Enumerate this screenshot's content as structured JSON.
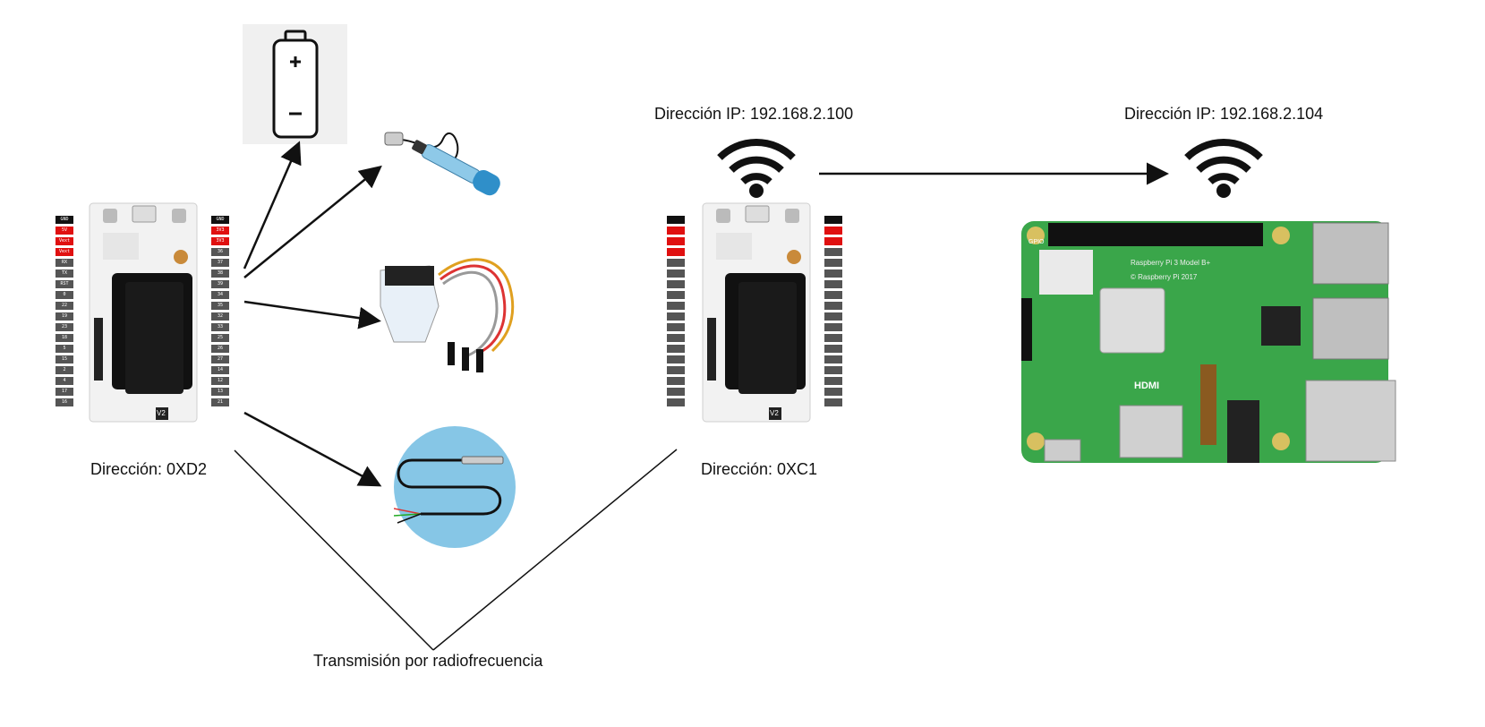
{
  "node_left": {
    "address_label": "Dirección: 0XD2",
    "board_mark": "V2",
    "pins_left": [
      "GND",
      "5V",
      "Vext",
      "Vext",
      "RX",
      "TX",
      "RST",
      "0",
      "22",
      "19",
      "23",
      "18",
      "5",
      "15",
      "2",
      "4",
      "17",
      "16"
    ],
    "pins_right": [
      "GND",
      "3V3",
      "3V3",
      "36",
      "37",
      "38",
      "39",
      "34",
      "35",
      "32",
      "33",
      "25",
      "26",
      "27",
      "14",
      "12",
      "13",
      "21"
    ]
  },
  "node_right": {
    "address_label": "Dirección: 0XC1",
    "ip_label": "Dirección IP: 192.168.2.100",
    "board_mark": "V2"
  },
  "raspberry": {
    "ip_label": "Dirección IP: 192.168.2.104",
    "board_text": "Raspberry Pi 3 Model B+",
    "copyright_text": "© Raspberry Pi 2017",
    "hdmi_text": "HDMI",
    "gpio_text": "GPIO"
  },
  "rf_label": "Transmisión por radiofrecuencia",
  "colors": {
    "pin_red": "#e01010",
    "pin_black": "#111111",
    "pcb_green": "#3aa64a",
    "temp_bg": "#86c6e6"
  }
}
